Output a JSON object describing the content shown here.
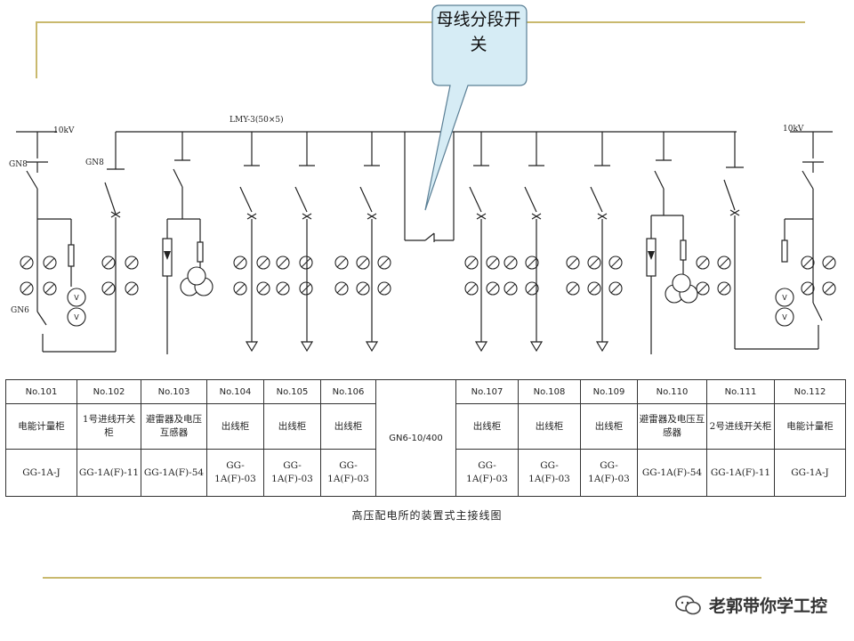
{
  "callout": {
    "text": "母线分段开关"
  },
  "labels": {
    "voltage_left": "10kV",
    "voltage_right": "10kV",
    "busbar": "LMY-3(50×5)",
    "gn8_a": "GN8",
    "gn8_b": "GN8",
    "gn6": "GN6"
  },
  "table": {
    "numbers": [
      "No.101",
      "No.102",
      "No.103",
      "No.104",
      "No.105",
      "No.106",
      "No.107",
      "No.108",
      "No.109",
      "No.110",
      "No.111",
      "No.112"
    ],
    "names": [
      "电能计量柜",
      "1号进线开关柜",
      "避雷器及电压互感器",
      "出线柜",
      "出线柜",
      "出线柜",
      "出线柜",
      "出线柜",
      "出线柜",
      "避雷器及电压互感器",
      "2号进线开关柜",
      "电能计量柜"
    ],
    "models": [
      "GG-1A-J",
      "GG-1A(F)-11",
      "GG-1A(F)-54",
      "GG-1A(F)-03",
      "GG-1A(F)-03",
      "GG-1A(F)-03",
      "GG-1A(F)-03",
      "GG-1A(F)-03",
      "GG-1A(F)-03",
      "GG-1A(F)-54",
      "GG-1A(F)-11",
      "GG-1A-J"
    ],
    "middle": "GN6-10/400"
  },
  "caption": "高压配电所的装置式主接线图",
  "watermark": {
    "icon": "wechat-icon",
    "text": "老郭带你学工控"
  },
  "colors": {
    "rule": "#c9b96e",
    "callout_fill": "#d6ecf5",
    "callout_stroke": "#5a7f95"
  }
}
